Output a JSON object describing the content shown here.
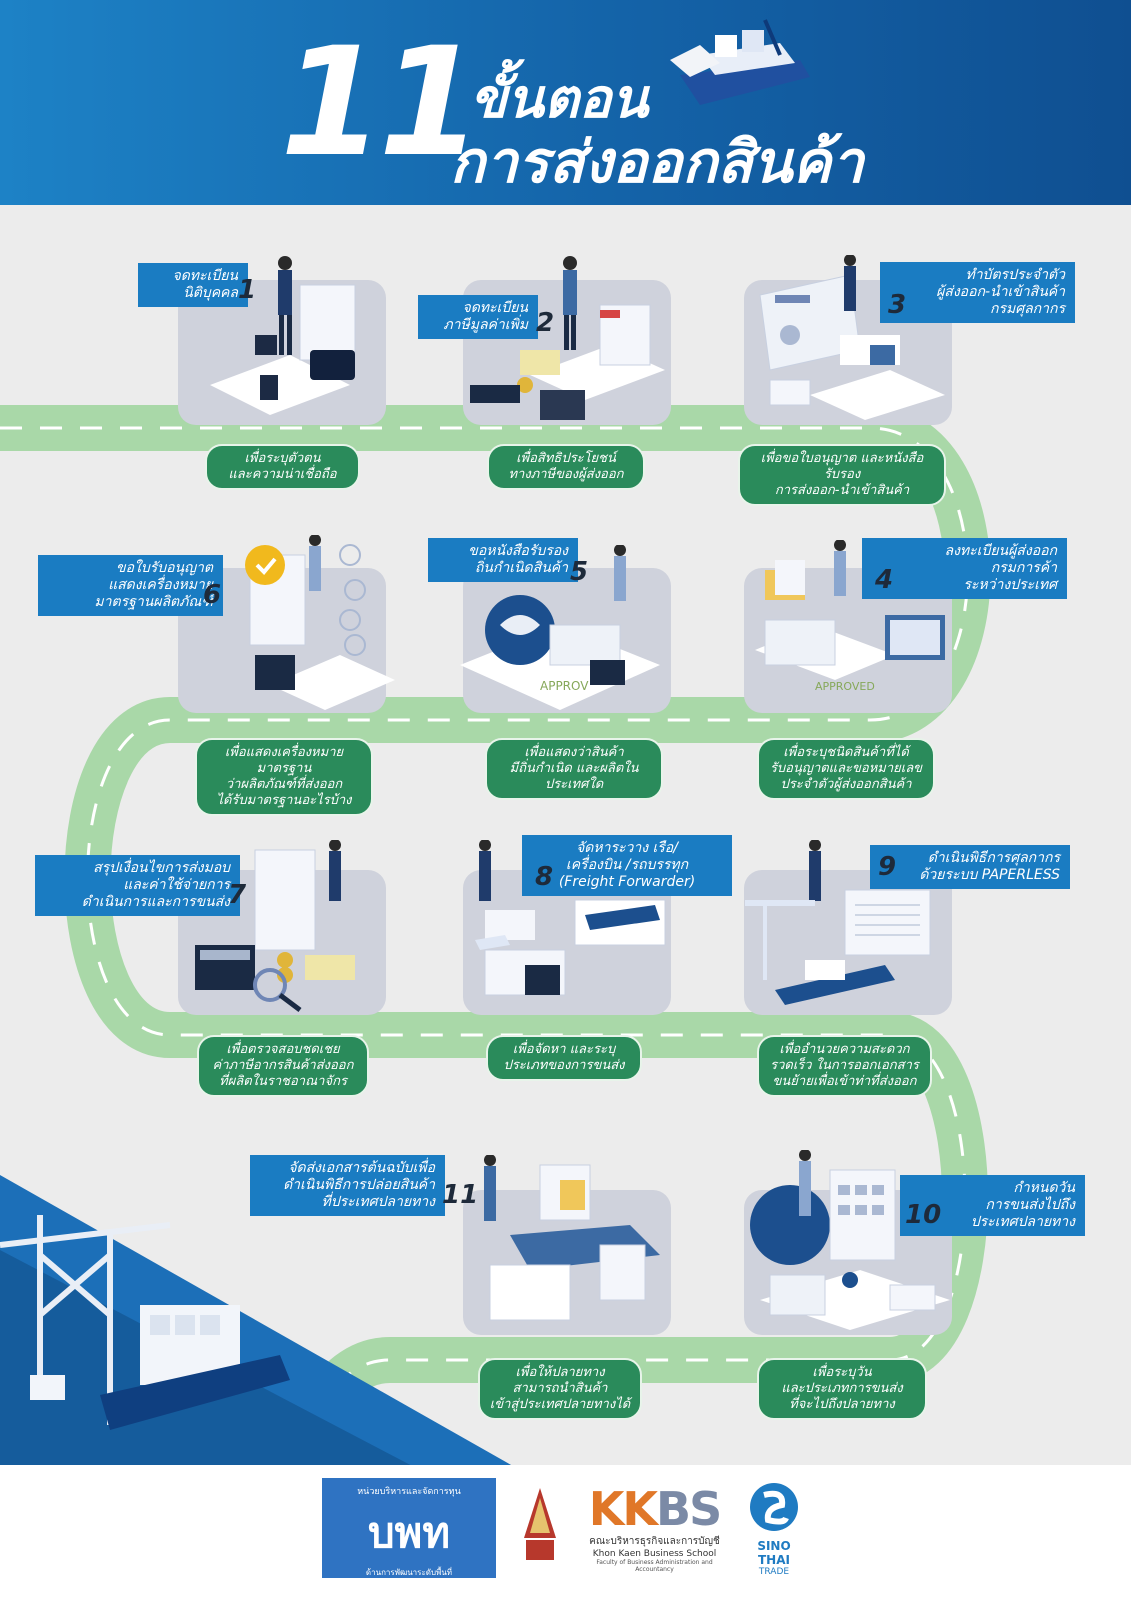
{
  "header": {
    "number": "11",
    "title_line1": "ขั้นตอน",
    "title_line2": "การส่งออกสินค้า"
  },
  "steps": [
    {
      "num": "1",
      "title": "จดทะเบียน\nนิติบุคคล",
      "desc": "เพื่อระบุตัวตน\nและความน่าเชื่อถือ"
    },
    {
      "num": "2",
      "title": "จดทะเบียน\nภาษีมูลค่าเพิ่ม",
      "desc": "เพื่อสิทธิประโยชน์\nทางภาษีของผู้ส่งออก"
    },
    {
      "num": "3",
      "title": "ทำบัตรประจำตัว\nผู้ส่งออก-นำเข้าสินค้า\nกรมศุลกากร",
      "desc": "เพื่อขอใบอนุญาต และหนังสือรับรอง\nการส่งออก-นำเข้าสินค้า"
    },
    {
      "num": "4",
      "title": "ลงทะเบียนผู้ส่งออก\nกรมการค้า\nระหว่างประเทศ",
      "desc": "เพื่อระบุชนิดสินค้าที่ได้\nรับอนุญาตและขอหมายเลข\nประจำตัวผู้ส่งออกสินค้า"
    },
    {
      "num": "5",
      "title": "ขอหนังสือรับรอง\nถิ่นกำเนิดสินค้า",
      "desc": "เพื่อแสดงว่าสินค้า\nมีถิ่นกำเนิด และผลิตในประเทศใด"
    },
    {
      "num": "6",
      "title": "ขอใบรับอนุญาต\nแสดงเครื่องหมาย\nมาตรฐานผลิตภัณฑ์",
      "desc": "เพื่อแสดงเครื่องหมายมาตรฐาน\nว่าผลิตภัณฑ์ที่ส่งออก\nได้รับมาตรฐานอะไรบ้าง"
    },
    {
      "num": "7",
      "title": "สรุปเงื่อนไขการส่งมอบ\nและค่าใช้จ่ายการ\nดำเนินการและการขนส่ง",
      "desc": "เพื่อตรวจสอบชดเชย\nค่าภาษีอากรสินค้าส่งออก\nที่ผลิตในราชอาณาจักร"
    },
    {
      "num": "8",
      "title": "จัดหาระวาง เรือ/\nเครื่องบิน /รถบรรทุก\n(Freight Forwarder)",
      "desc": "เพื่อจัดหา และระบุ\nประเภทของการขนส่ง"
    },
    {
      "num": "9",
      "title": "ดำเนินพิธีการศุลกากร\nด้วยระบบ PAPERLESS",
      "desc": "เพื่ออำนวยความสะดวก\nรวดเร็ว ในการออกเอกสาร\nขนย้ายเพื่อเข้าท่าที่ส่งออก"
    },
    {
      "num": "10",
      "title": "กำหนดวัน\nการขนส่งไปถึง\nประเทศปลายทาง",
      "desc": "เพื่อระบุวัน\nและประเภทการขนส่ง\nที่จะไปถึงปลายทาง"
    },
    {
      "num": "11",
      "title": "จัดส่งเอกสารต้นฉบับเพื่อ\nดำเนินพิธีการปล่อยสินค้า\nที่ประเทศปลายทาง",
      "desc": "เพื่อให้ปลายทาง\nสามารถนำสินค้า\nเข้าสู่ประเทศปลายทางได้"
    }
  ],
  "footer": {
    "logo1_top": "หน่วยบริหารและจัดการทุน",
    "logo1_main": "บพท",
    "logo1_bottom": "ด้านการพัฒนาระดับพื้นที่",
    "kkbs_letters_a": "KK",
    "kkbs_letters_b": "BS",
    "kkbs_th": "คณะบริหารธุรกิจและการบัญชี",
    "kkbs_en": "Khon Kaen Business School",
    "kkbs_en2": "Faculty of Business Administration and Accountancy",
    "sino_name": "SINO THAI",
    "sino_trade": "TRADE"
  },
  "colors": {
    "header_blue": "#1463a8",
    "label_blue": "#1a7cc2",
    "pill_green": "#2a8b5b",
    "road_green": "#a9d8a8",
    "card_grey": "#cfd2dc"
  },
  "icons": [
    "ship-icon",
    "person-icon",
    "stamp-icon",
    "briefcase-icon",
    "document-icon",
    "calculator-icon",
    "id-card-icon",
    "laptop-icon",
    "globe-icon",
    "certificate-icon",
    "coins-icon",
    "magnifier-icon",
    "truck-icon",
    "plane-icon",
    "crane-icon",
    "calendar-icon",
    "folder-icon"
  ]
}
